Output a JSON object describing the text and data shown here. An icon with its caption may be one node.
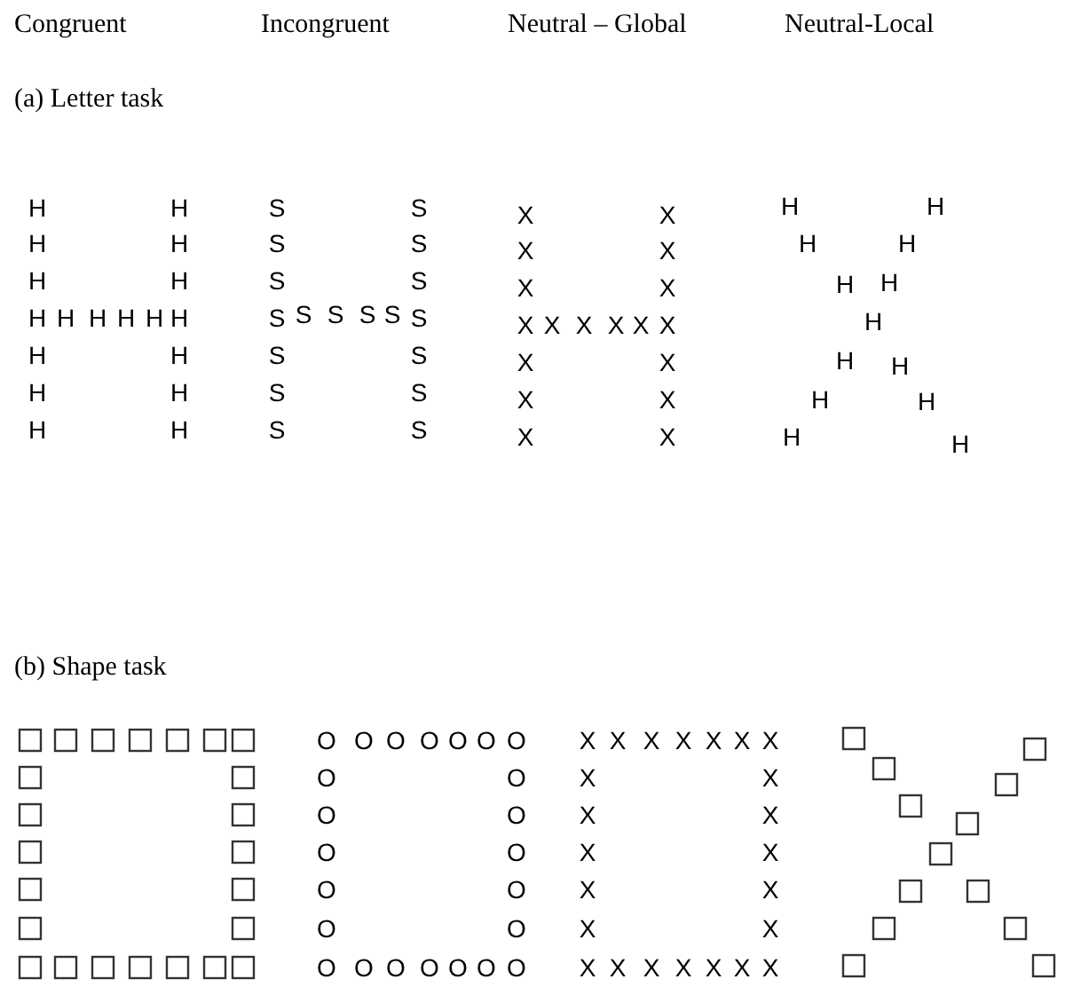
{
  "diagram": {
    "labels": [
      "Congruent",
      "Incongruent",
      "Neutral – Global",
      "Neutral-Local",
      "(a) Letter task",
      "H",
      "H",
      "H",
      "H",
      "H",
      "H",
      "H",
      "H",
      "H",
      "H",
      "H",
      "H",
      "H",
      "H",
      "H",
      "H",
      "H",
      "H",
      "S",
      "S",
      "S",
      "S",
      "S",
      "S",
      "S",
      "S",
      "S",
      "S",
      "S",
      "S",
      "S",
      "S",
      "S",
      "S",
      "S",
      "S",
      "X",
      "X",
      "X",
      "X",
      "X",
      "X",
      "X",
      "X",
      "X",
      "X",
      "X",
      "X",
      "X",
      "X",
      "X",
      "X",
      "X",
      "X",
      "H",
      "H",
      "H",
      "H",
      "H",
      "H",
      "H",
      "H",
      "H",
      "H",
      "H",
      "H",
      "H",
      "(b) Shape task",
      "O",
      "O",
      "O",
      "O",
      "O",
      "O",
      "O",
      "O",
      "O",
      "O",
      "O",
      "O",
      "O",
      "O",
      "O",
      "O",
      "O",
      "O",
      "O",
      "O",
      "O",
      "O",
      "O",
      "O",
      "X",
      "X",
      "X",
      "X",
      "X",
      "X",
      "X",
      "X",
      "X",
      "X",
      "X",
      "X",
      "X",
      "X",
      "X",
      "X",
      "X",
      "X",
      "X",
      "X",
      "X",
      "X",
      "X",
      "X"
    ]
  }
}
